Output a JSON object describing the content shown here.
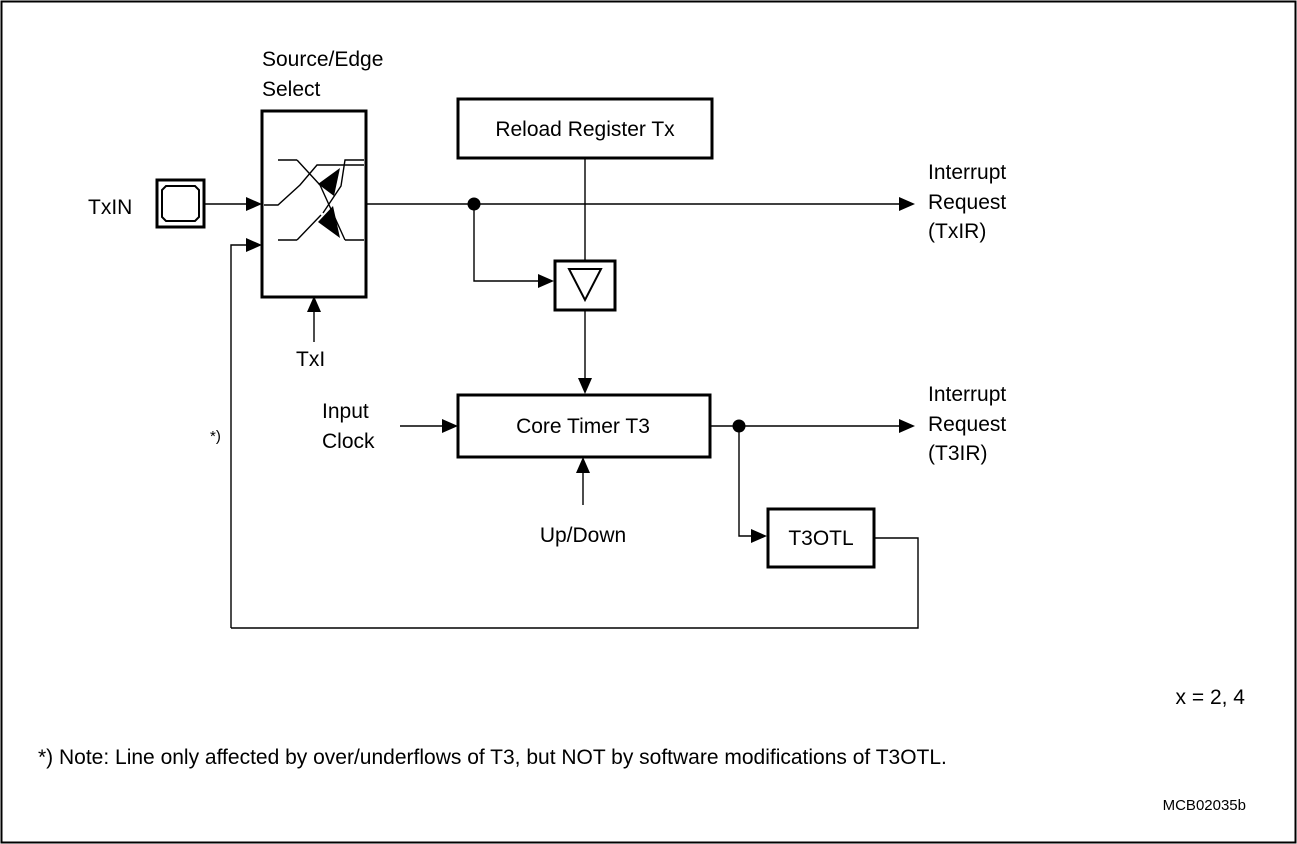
{
  "labels": {
    "source_edge_select_line1": "Source/Edge",
    "source_edge_select_line2": "Select",
    "txin": "TxIN",
    "txi": "TxI",
    "reload_register": "Reload Register Tx",
    "interrupt_txir_line1": "Interrupt",
    "interrupt_txir_line2": "Request",
    "interrupt_txir_line3": "(TxIR)",
    "input_clock_line1": "Input",
    "input_clock_line2": "Clock",
    "core_timer": "Core Timer T3",
    "up_down": "Up/Down",
    "interrupt_t3ir_line1": "Interrupt",
    "interrupt_t3ir_line2": "Request",
    "interrupt_t3ir_line3": "(T3IR)",
    "t3otl": "T3OTL",
    "footnote_marker": "*)"
  },
  "notes": {
    "x_values": "x = 2, 4",
    "footnote": "*) Note: Line only affected by over/underflows of T3, but NOT by software modifications of T3OTL.",
    "figure_id": "MCB02035b"
  },
  "colors": {
    "ink": "#000000",
    "background": "#ffffff"
  }
}
